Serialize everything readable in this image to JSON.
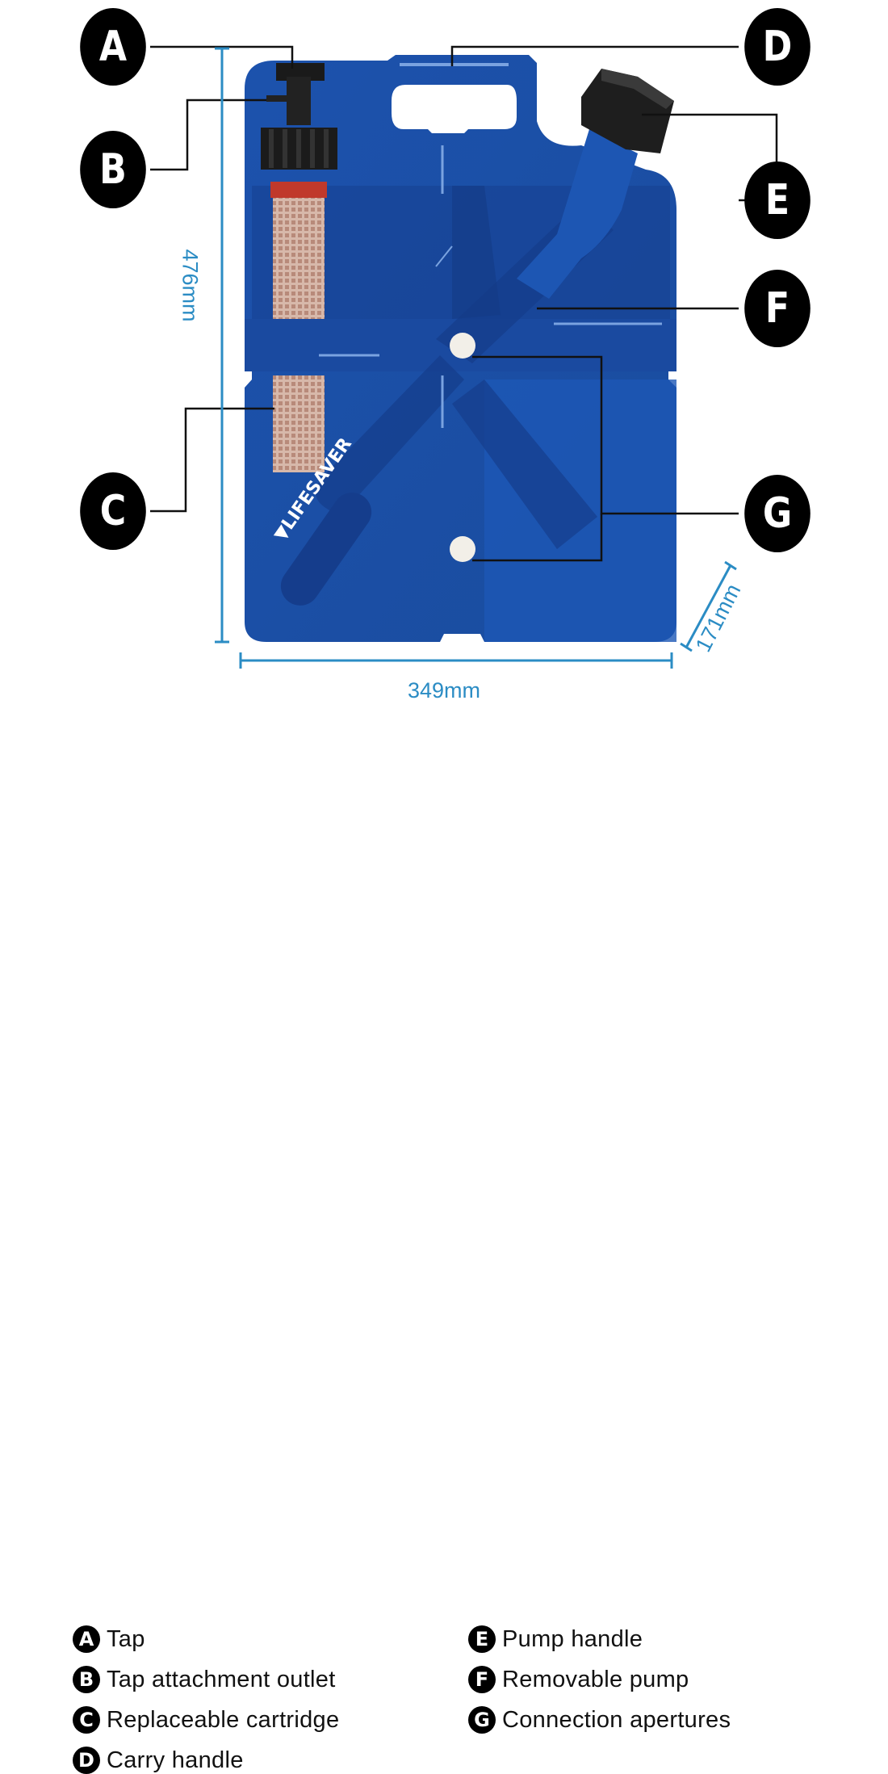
{
  "colors": {
    "body_blue": "#1a4fa6",
    "body_dark": "#113a86",
    "dimension": "#2b8cc4",
    "callout": "#000000",
    "cartridge": "#c9a99a",
    "cartridge_cap": "#c0392b"
  },
  "product": {
    "brand": "LIFESAVER"
  },
  "dimensions": {
    "height": "476mm",
    "width": "349mm",
    "depth": "171mm"
  },
  "callouts": [
    {
      "letter": "A"
    },
    {
      "letter": "B"
    },
    {
      "letter": "C"
    },
    {
      "letter": "D"
    },
    {
      "letter": "E"
    },
    {
      "letter": "F"
    },
    {
      "letter": "G"
    }
  ],
  "legend": [
    {
      "letter": "A",
      "label": "Tap"
    },
    {
      "letter": "B",
      "label": "Tap attachment outlet"
    },
    {
      "letter": "C",
      "label": "Replaceable cartridge"
    },
    {
      "letter": "D",
      "label": "Carry handle"
    },
    {
      "letter": "E",
      "label": "Pump handle"
    },
    {
      "letter": "F",
      "label": "Removable pump"
    },
    {
      "letter": "G",
      "label": "Connection apertures"
    }
  ]
}
